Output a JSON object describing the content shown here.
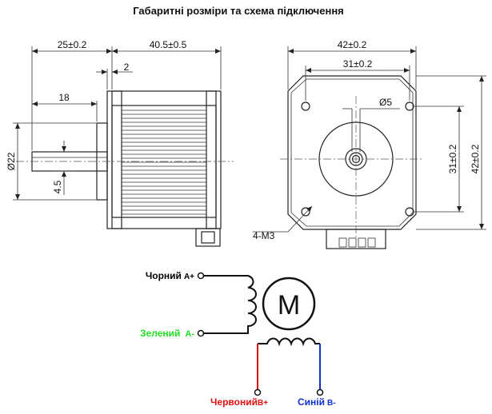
{
  "title": "Габаритні розміри та схема підключення",
  "side_view": {
    "dims": {
      "shaft_length": "25±0.2",
      "body_length": "40.5±0.5",
      "flange": "2",
      "shaft_flat": "18",
      "shaft_diameter": "Ø22",
      "flat_depth": "4.5"
    }
  },
  "front_view": {
    "dims": {
      "width": "42±0.2",
      "hole_spacing_x": "31±0.2",
      "shaft": "Ø5",
      "hole_spacing_y": "31±0.2",
      "height": "42±0.2",
      "mount_holes": "4-M3"
    }
  },
  "wiring": {
    "motor_symbol": "M",
    "wires": [
      {
        "name": "Чорний",
        "pin": "A+",
        "color": "#000000"
      },
      {
        "name": "Зелений",
        "pin": "A-",
        "color": "#22dd22"
      },
      {
        "name": "Червоний",
        "pin": "B+",
        "color": "#e01010"
      },
      {
        "name": "Синій",
        "pin": "B-",
        "color": "#1030d0"
      }
    ]
  },
  "colors": {
    "line": "#222222",
    "black_wire": "#000000",
    "green_wire": "#22dd22",
    "red_wire": "#e01010",
    "blue_wire": "#1030d0"
  }
}
